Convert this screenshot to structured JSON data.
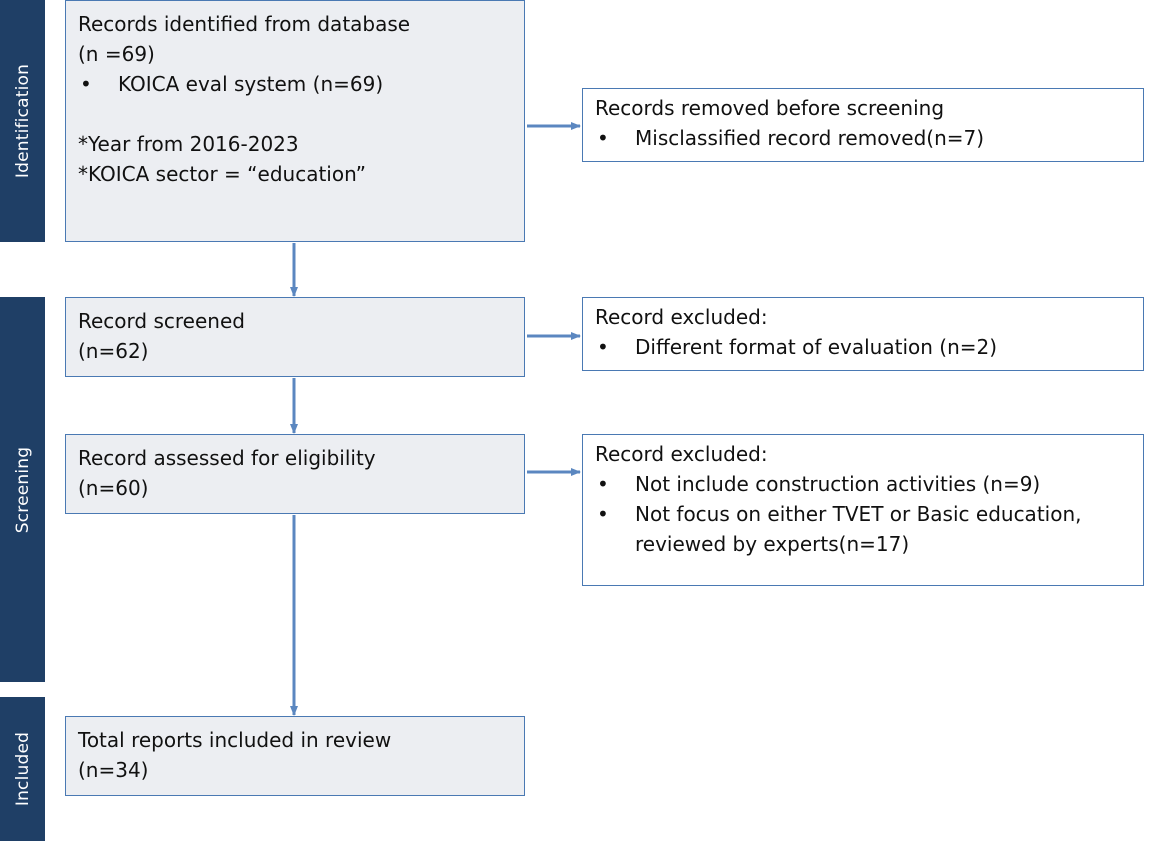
{
  "phases": {
    "identification": "Identification",
    "screening": "Screening",
    "included": "Included"
  },
  "identification_box": {
    "title": "Records identified from database",
    "count": "(n =69)",
    "bullet": "KOICA eval system (n=69)",
    "note1": "*Year from 2016-2023",
    "note2": "*KOICA sector = “education”"
  },
  "screened_box": {
    "title": "Record screened",
    "count": "(n=62)"
  },
  "eligibility_box": {
    "title": "Record assessed for eligibility",
    "count": "(n=60)"
  },
  "included_box": {
    "title": "Total reports included in review",
    "count": "(n=34)"
  },
  "removed_box": {
    "title": "Records removed before screening",
    "bullet": "Misclassified record removed(n=7)"
  },
  "excluded_box_1": {
    "title": "Record excluded:",
    "bullet": "Different format of evaluation (n=2)"
  },
  "excluded_box_2": {
    "title": "Record excluded:",
    "bullet1": "Not include construction activities (n=9)",
    "bullet2": "Not focus on either TVET or Basic education, reviewed by experts(n=17)"
  },
  "colors": {
    "phase_bar": "#1f3f66",
    "box_fill": "#eceef2",
    "border": "#4a79b3",
    "arrow": "#5b87c0"
  }
}
